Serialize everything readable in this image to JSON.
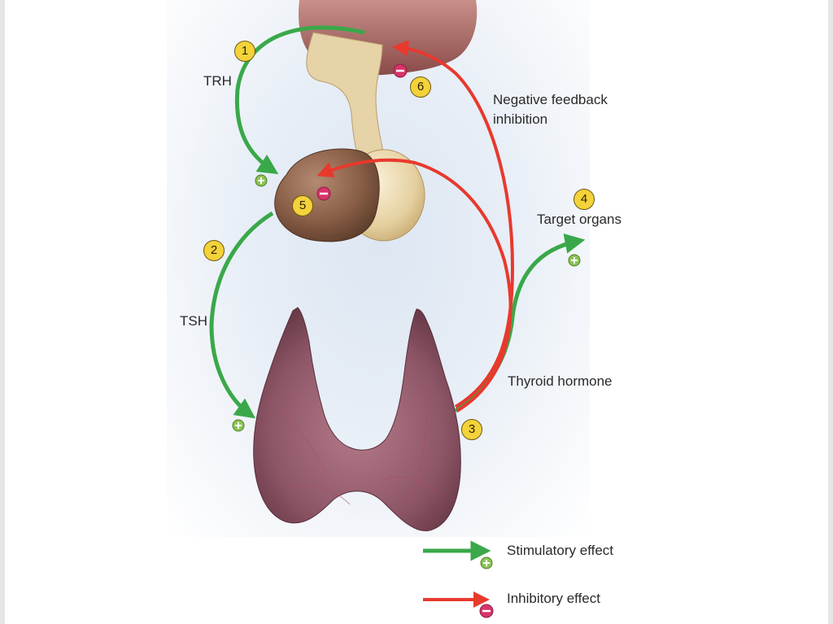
{
  "labels": {
    "trh": "TRH",
    "tsh": "TSH",
    "negative_feedback": "Negative feedback",
    "inhibition": "inhibition",
    "target_organs": "Target organs",
    "thyroid_hormone": "Thyroid hormone"
  },
  "steps": [
    "1",
    "2",
    "3",
    "4",
    "5",
    "6"
  ],
  "legend": {
    "stimulatory": "Stimulatory effect",
    "inhibitory": "Inhibitory effect"
  },
  "colors": {
    "stimulatory": "#3aa84a",
    "inhibitory": "#e8392e",
    "badge": "#f3d23a"
  }
}
